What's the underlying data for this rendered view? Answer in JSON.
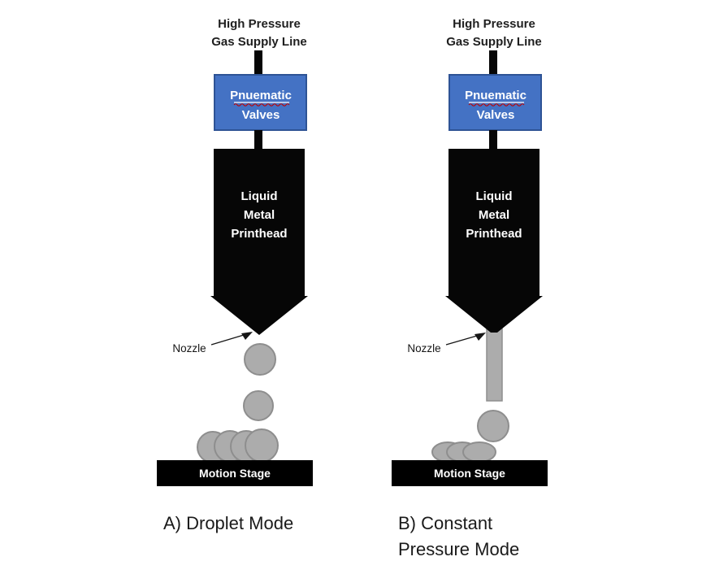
{
  "figure": {
    "colors": {
      "valve_fill": "#4472C4",
      "valve_border": "#2E5395",
      "printhead_fill": "#060606",
      "droplet_fill": "#ACACAC",
      "droplet_border": "#8E8E8E",
      "stage_fill": "#000000",
      "text_dark": "#1f1f1f",
      "spellcheck_red": "#C00000"
    },
    "diagrams": [
      {
        "mode": "droplet",
        "gas_line_label": [
          "High Pressure",
          "Gas Supply Line"
        ],
        "valve_label_line1": "Pnuematic",
        "valve_label_line2": "Valves",
        "printhead_label": [
          "Liquid",
          "Metal",
          "Printhead"
        ],
        "nozzle_label": "Nozzle",
        "stage_label": "Motion Stage",
        "caption_lines": [
          "A) Droplet Mode"
        ]
      },
      {
        "mode": "constant-pressure",
        "gas_line_label": [
          "High Pressure",
          "Gas Supply Line"
        ],
        "valve_label_line1": "Pnuematic",
        "valve_label_line2": "Valves",
        "printhead_label": [
          "Liquid",
          "Metal",
          "Printhead"
        ],
        "nozzle_label": "Nozzle",
        "stage_label": "Motion Stage",
        "caption_lines": [
          "B) Constant",
          "Pressure Mode"
        ]
      }
    ]
  }
}
